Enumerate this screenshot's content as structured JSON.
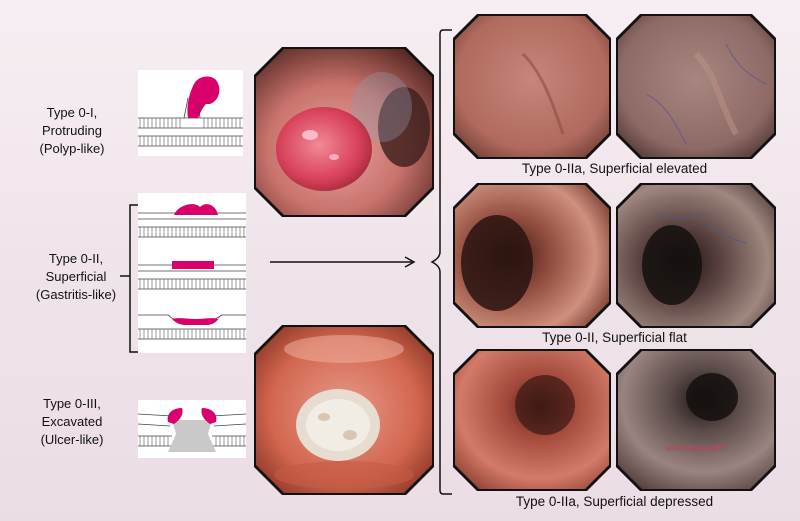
{
  "types": [
    {
      "id": "0-I",
      "lines": [
        "Type 0-I,",
        "Protruding",
        "(Polyp-like)"
      ]
    },
    {
      "id": "0-II",
      "lines": [
        "Type 0-II,",
        "Superficial",
        "(Gastritis-like)"
      ]
    },
    {
      "id": "0-III",
      "lines": [
        "Type 0-III,",
        "Excavated",
        "(Ulcer-like)"
      ]
    }
  ],
  "subtypes": [
    {
      "caption": "Type 0-IIa, Superficial elevated"
    },
    {
      "caption": "Type 0-II, Superficial flat"
    },
    {
      "caption": "Type 0-IIa, Superficial depressed"
    }
  ],
  "colors": {
    "lesion": "#d9006c",
    "background_top": "#f6eef2",
    "mucosa": "#c5685e",
    "nbi_mucosa": "#8e6a66"
  }
}
